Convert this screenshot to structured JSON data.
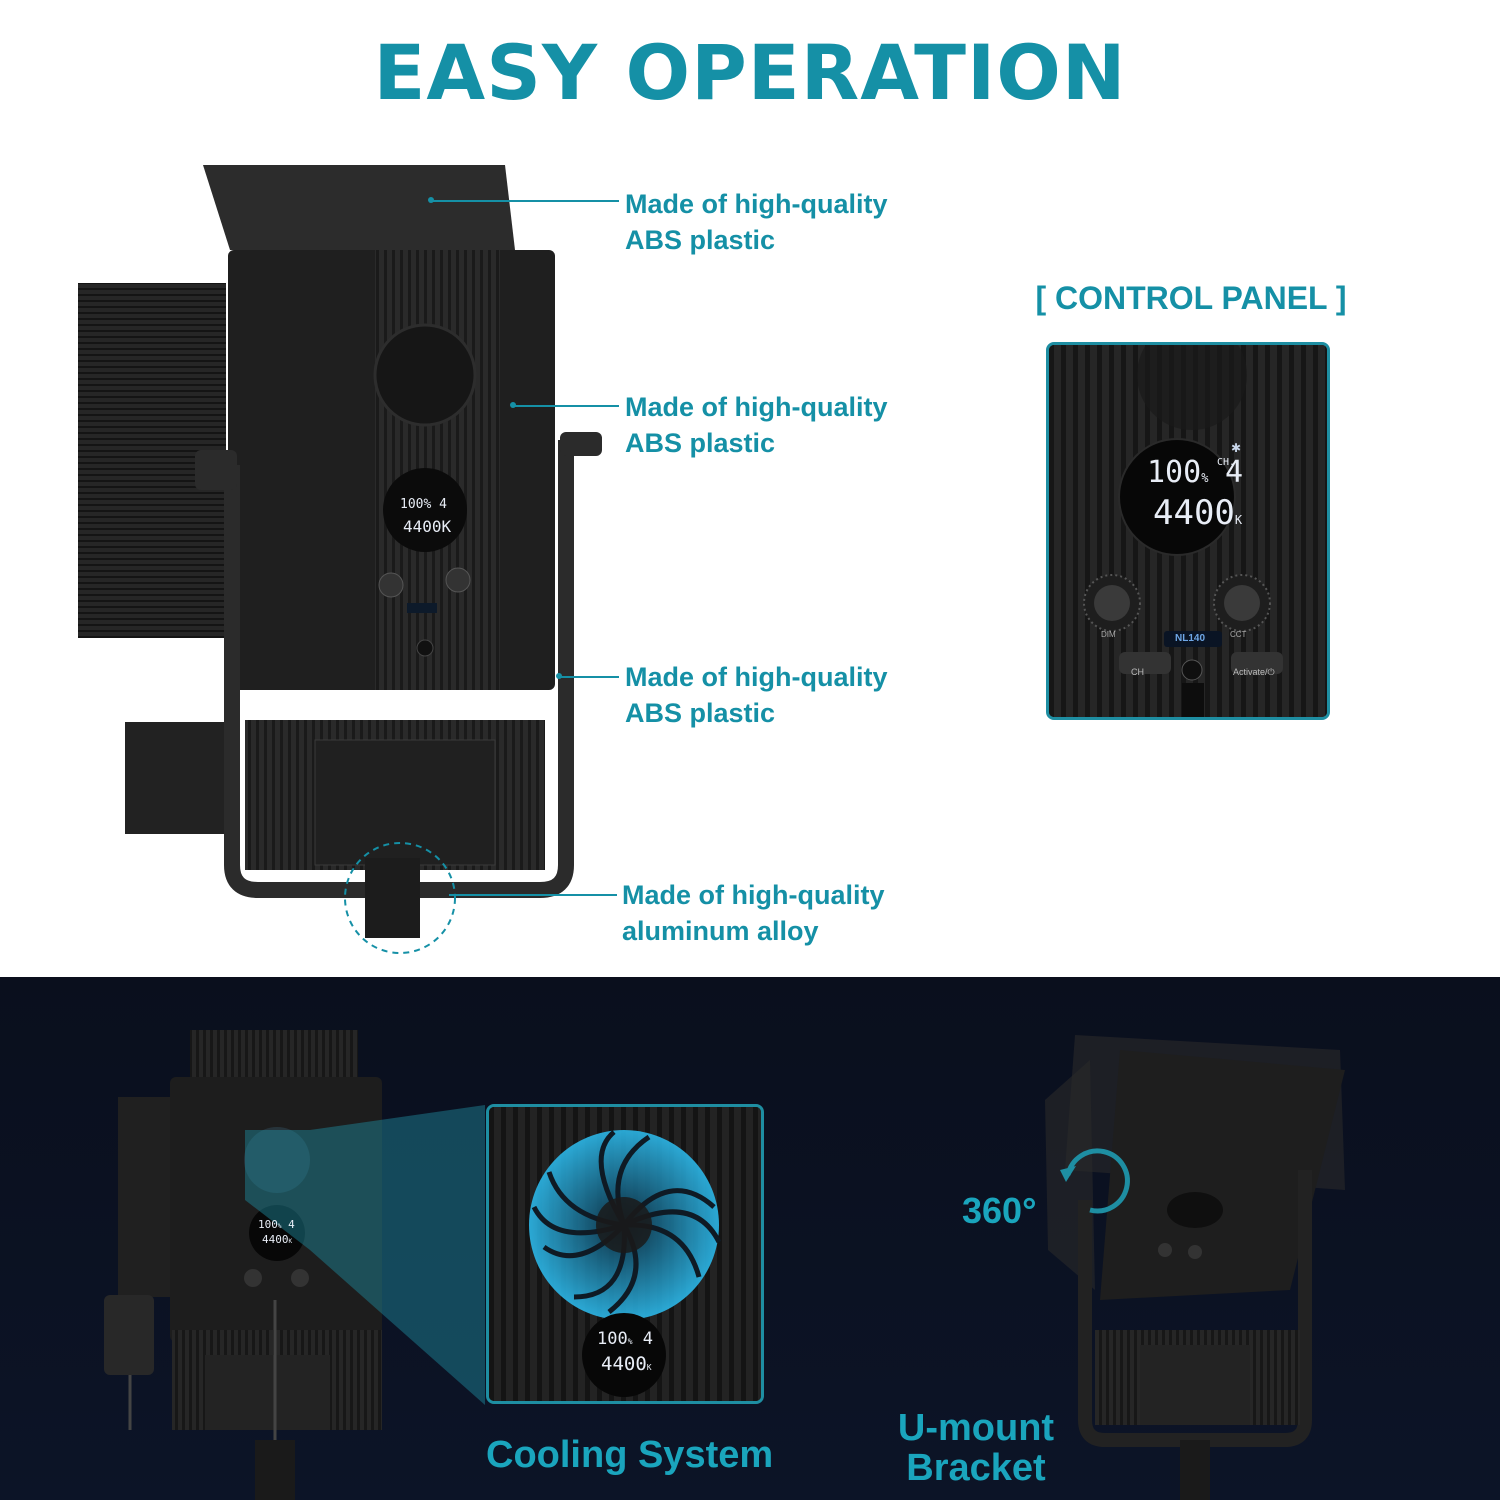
{
  "header": {
    "title": "EASY OPERATION"
  },
  "callouts": [
    {
      "line1": "Made of high-quality",
      "line2": "ABS plastic"
    },
    {
      "line1": "Made of high-quality",
      "line2": "ABS plastic"
    },
    {
      "line1": "Made of high-quality",
      "line2": "ABS plastic"
    },
    {
      "line1": "Made of high-quality",
      "line2": "aluminum alloy"
    }
  ],
  "control_panel": {
    "title": "[ CONTROL PANEL ]",
    "brightness": "100",
    "percent": "%",
    "channel_label": "CH.",
    "channel": "4",
    "color_temp": "4400",
    "kelvin": "K",
    "model": "NL140",
    "left_button": "CH",
    "right_button": "Activate/⏻",
    "left_knob": "DIM",
    "right_knob": "CCT"
  },
  "features": {
    "cooling": "Cooling System",
    "rotation": "360°",
    "bracket_line1": "U-mount",
    "bracket_line2": "Bracket"
  },
  "colors": {
    "accent": "#1590a6",
    "dark_bg": "#0b1222"
  }
}
